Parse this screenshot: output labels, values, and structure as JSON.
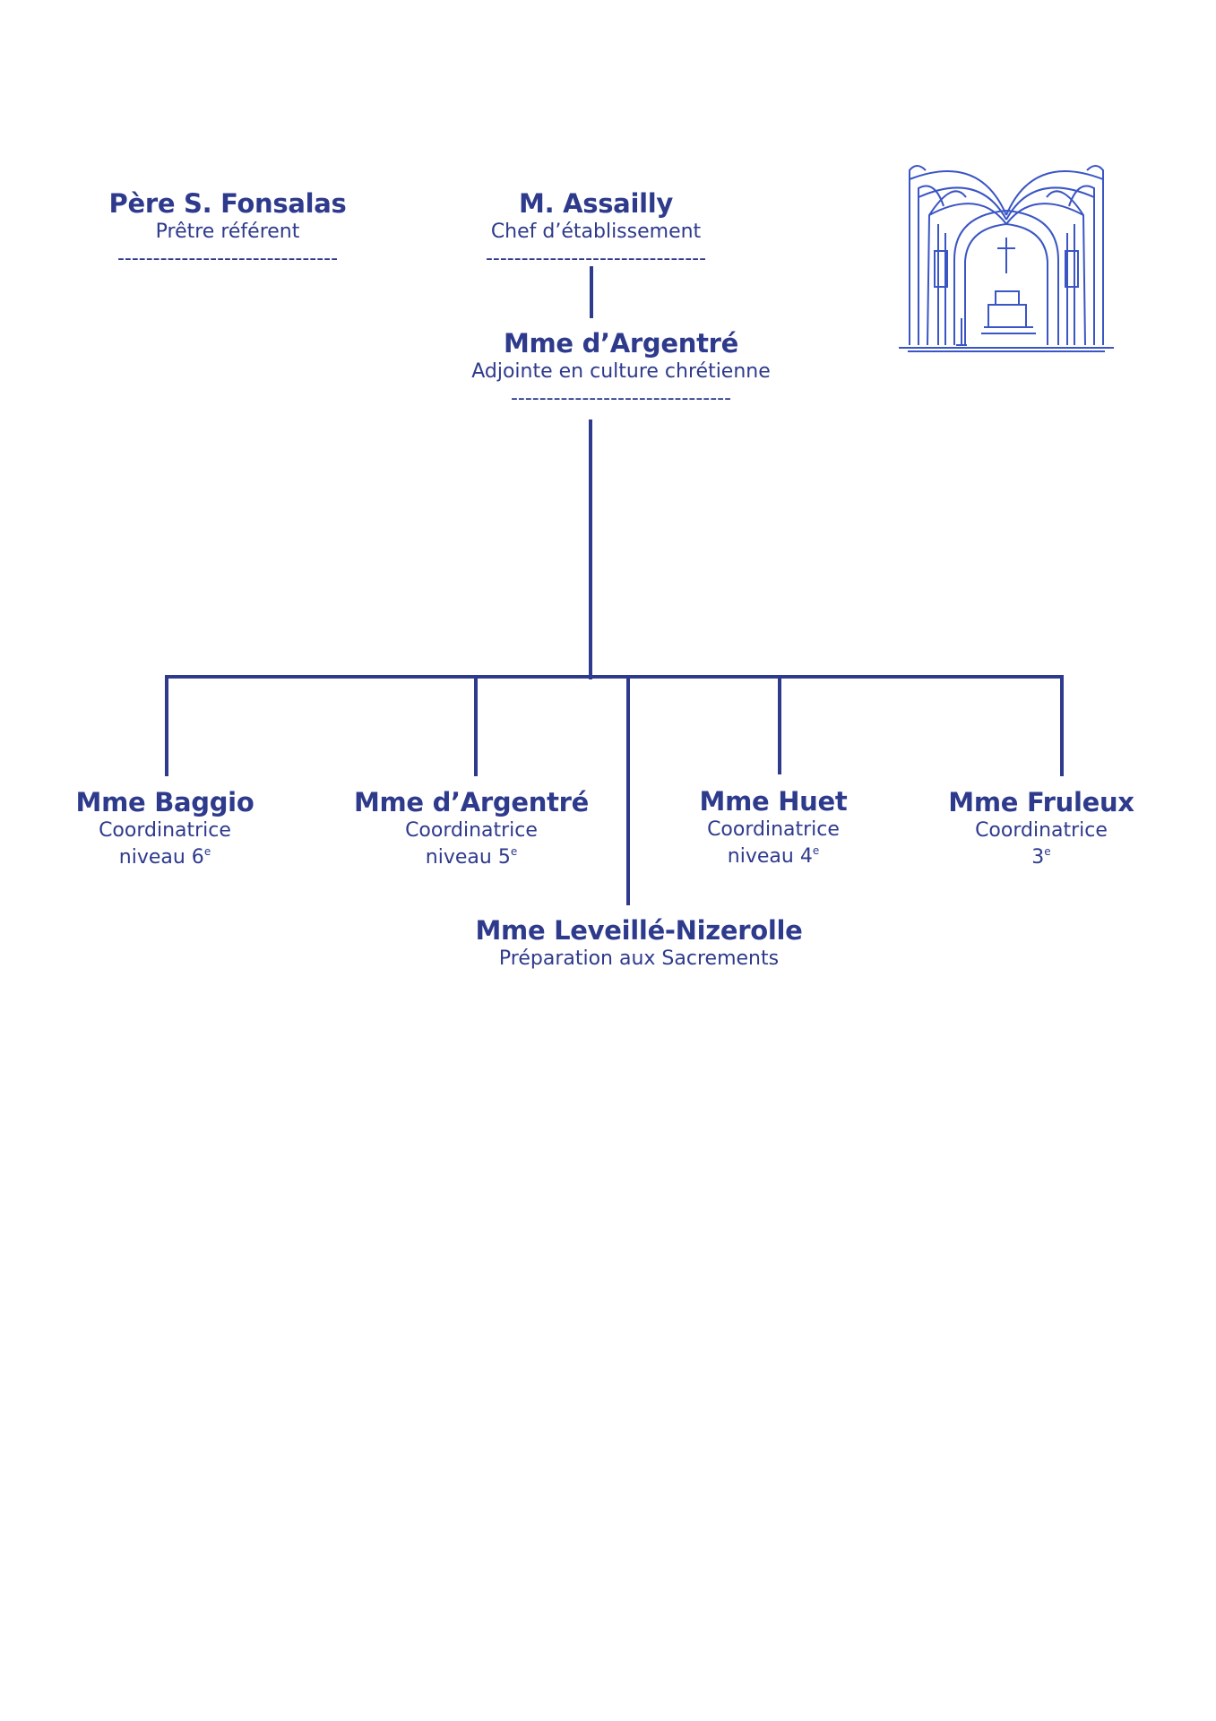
{
  "colors": {
    "ink": "#2e3a8c",
    "illustration": "#3a55c4"
  },
  "separator": "-------------------------------",
  "top": {
    "priest": {
      "name": "Père S. Fonsalas",
      "role": "Prêtre référent"
    },
    "head": {
      "name": "M. Assailly",
      "role": "Chef d’établissement"
    }
  },
  "deputy": {
    "name": "Mme d’Argentré",
    "role": "Adjointe en culture chrétienne"
  },
  "coordinators": [
    {
      "name": "Mme Baggio",
      "role": "Coordinatrice",
      "level_prefix": "niveau 6",
      "level_sup": "e"
    },
    {
      "name": "Mme d’Argentré",
      "role": "Coordinatrice",
      "level_prefix": "niveau 5",
      "level_sup": "e"
    },
    {
      "name": "Mme Huet",
      "role": "Coordinatrice",
      "level_prefix": "niveau 4",
      "level_sup": "e"
    },
    {
      "name": "Mme Fruleux",
      "role": "Coordinatrice",
      "level_prefix": "3",
      "level_sup": "e"
    }
  ],
  "sacraments": {
    "name": "Mme Leveillé-Nizerolle",
    "role": "Préparation aux Sacrements"
  },
  "illustration": {
    "name": "church-nave-drawing"
  }
}
